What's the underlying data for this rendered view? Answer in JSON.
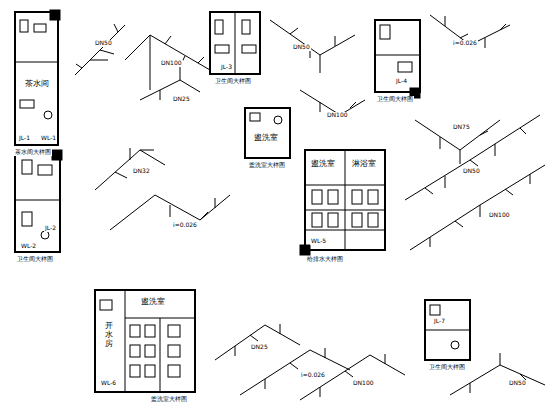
{
  "diagram": {
    "labels": [
      "茶水间",
      "茶水间大样图",
      "JL-1",
      "WL-1",
      "卫生间大样图",
      "WL-2",
      "JL-2",
      "JL-3",
      "卫生间大样图",
      "盥洗室",
      "盥洗室大样图",
      "卫生间大样图",
      "JL-4",
      "盥洗室",
      "淋浴室",
      "给排水大样图",
      "WL-5",
      "开水房",
      "盥洗室",
      "盥洗室大样图",
      "WL-6",
      "JL-7",
      "卫生间大样图",
      "DN50",
      "DN100",
      "DN25",
      "DN32",
      "i=0.026",
      "DN50",
      "DN100",
      "i=0.026",
      "DN75",
      "DN50",
      "DN100",
      "DN25",
      "i=0.026",
      "DN100",
      "DN50"
    ]
  }
}
